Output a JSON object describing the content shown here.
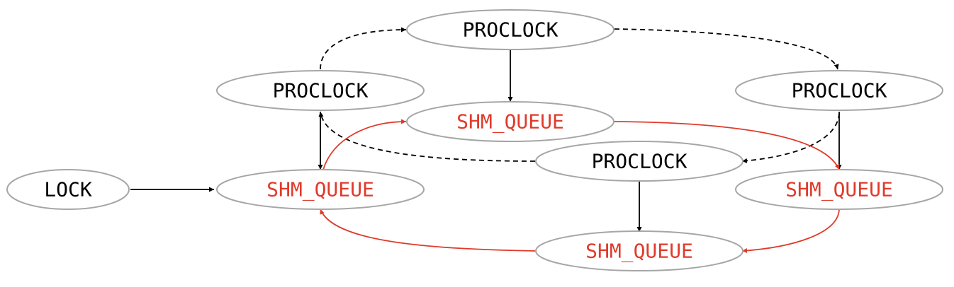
{
  "colors": {
    "default_text": "#000000",
    "highlight_text": "#e03a2a",
    "node_border": "#a6a6a6",
    "black_edge": "#000000",
    "red_edge": "#e03a2a"
  },
  "nodes": {
    "lock": {
      "label": "LOCK",
      "highlight": false
    },
    "proclock_top": {
      "label": "PROCLOCK",
      "highlight": false
    },
    "proclock_left": {
      "label": "PROCLOCK",
      "highlight": false
    },
    "proclock_right": {
      "label": "PROCLOCK",
      "highlight": false
    },
    "proclock_center": {
      "label": "PROCLOCK",
      "highlight": false
    },
    "shm_queue_upper": {
      "label": "SHM_QUEUE",
      "highlight": true
    },
    "shm_queue_left": {
      "label": "SHM_QUEUE",
      "highlight": true
    },
    "shm_queue_right": {
      "label": "SHM_QUEUE",
      "highlight": true
    },
    "shm_queue_bottom": {
      "label": "SHM_QUEUE",
      "highlight": true
    }
  },
  "edges": [
    {
      "from": "lock",
      "to": "shm_queue_left",
      "style": "solid",
      "color": "black"
    },
    {
      "from": "proclock_left",
      "to": "proclock_top",
      "style": "dashed",
      "color": "black"
    },
    {
      "from": "proclock_top",
      "to": "proclock_right",
      "style": "dashed",
      "color": "black"
    },
    {
      "from": "proclock_right",
      "to": "proclock_center",
      "style": "dashed",
      "color": "black"
    },
    {
      "from": "proclock_center",
      "to": "proclock_left",
      "style": "dashed",
      "color": "black"
    },
    {
      "from": "proclock_top",
      "to": "shm_queue_upper",
      "style": "solid",
      "color": "black"
    },
    {
      "from": "proclock_left",
      "to": "shm_queue_left",
      "style": "solid",
      "color": "black"
    },
    {
      "from": "proclock_right",
      "to": "shm_queue_right",
      "style": "solid",
      "color": "black"
    },
    {
      "from": "proclock_center",
      "to": "shm_queue_bottom",
      "style": "solid",
      "color": "black"
    },
    {
      "from": "shm_queue_left",
      "to": "shm_queue_upper",
      "style": "solid",
      "color": "red"
    },
    {
      "from": "shm_queue_upper",
      "to": "shm_queue_right",
      "style": "solid",
      "color": "red"
    },
    {
      "from": "shm_queue_right",
      "to": "shm_queue_bottom",
      "style": "solid",
      "color": "red"
    },
    {
      "from": "shm_queue_bottom",
      "to": "shm_queue_left",
      "style": "solid",
      "color": "red"
    }
  ]
}
